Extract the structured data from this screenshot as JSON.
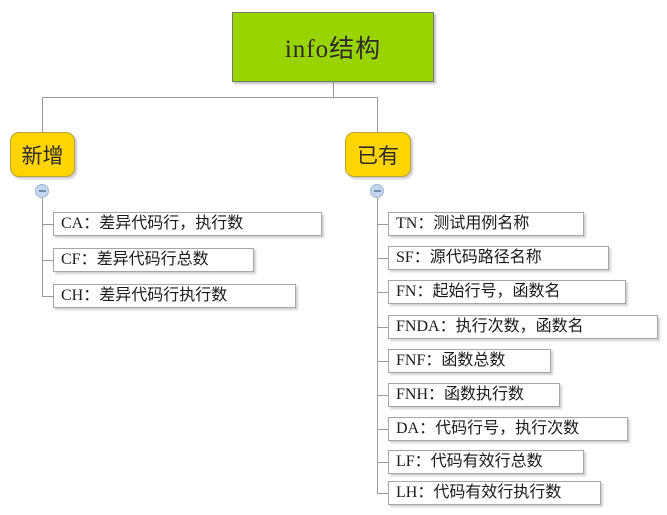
{
  "diagram": {
    "type": "mind-map",
    "root": {
      "label": "info结构",
      "color": "#9ad400"
    },
    "branches": [
      {
        "label": "新增",
        "color": "#ffd400",
        "toggle": "collapse-minus-icon",
        "children": [
          {
            "label": "CA：差异代码行，执行数"
          },
          {
            "label": "CF：差异代码行总数"
          },
          {
            "label": "CH：差异代码行执行数"
          }
        ]
      },
      {
        "label": "已有",
        "color": "#ffd400",
        "toggle": "collapse-minus-icon",
        "children": [
          {
            "label": "TN：测试用例名称"
          },
          {
            "label": "SF：源代码路径名称"
          },
          {
            "label": "FN：起始行号，函数名"
          },
          {
            "label": "FNDA：执行次数，函数名"
          },
          {
            "label": "FNF：函数总数"
          },
          {
            "label": "FNH：函数执行数"
          },
          {
            "label": "DA：代码行号，执行次数"
          },
          {
            "label": "LF：代码有效行总数"
          },
          {
            "label": "LH：代码有效行执行数"
          }
        ]
      }
    ]
  }
}
